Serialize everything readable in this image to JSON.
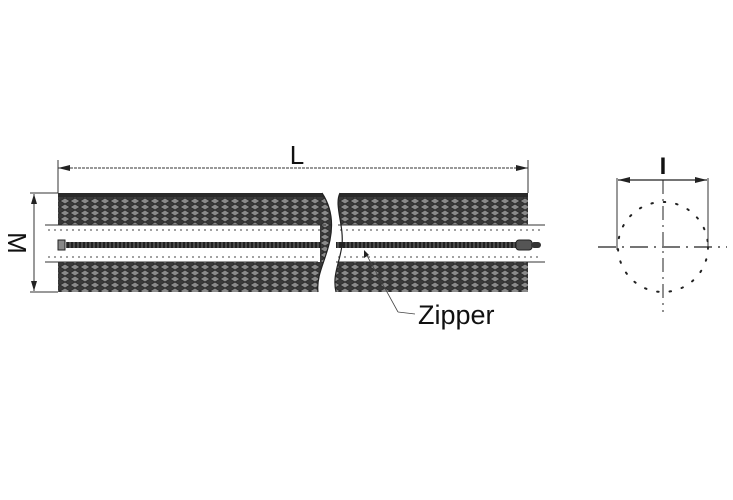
{
  "labels": {
    "length": "L",
    "width": "M",
    "diameter": "I",
    "zipper": "Zipper"
  },
  "colors": {
    "mesh_dark": "#3a3a3a",
    "mesh_light": "#8a8a8a",
    "line": "#222222",
    "background": "#ffffff"
  }
}
